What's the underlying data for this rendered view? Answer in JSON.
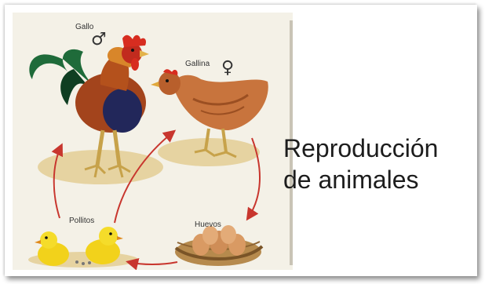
{
  "title": {
    "line1": "Reproducción",
    "line2": "de animales"
  },
  "cycle": {
    "rooster": {
      "label": "Gallo",
      "symbol": "♂"
    },
    "hen": {
      "label": "Gallina",
      "symbol": "♀"
    },
    "eggs": {
      "label": "Huevos"
    },
    "chicks": {
      "label": "Pollitos"
    }
  },
  "colors": {
    "arrow": "#c8362e",
    "rooster_tail": "#1f6b3a",
    "rooster_body": "#a3441c",
    "hen_body": "#c8743d",
    "chick": "#f2d21b",
    "ground": "#e6d3a1"
  }
}
